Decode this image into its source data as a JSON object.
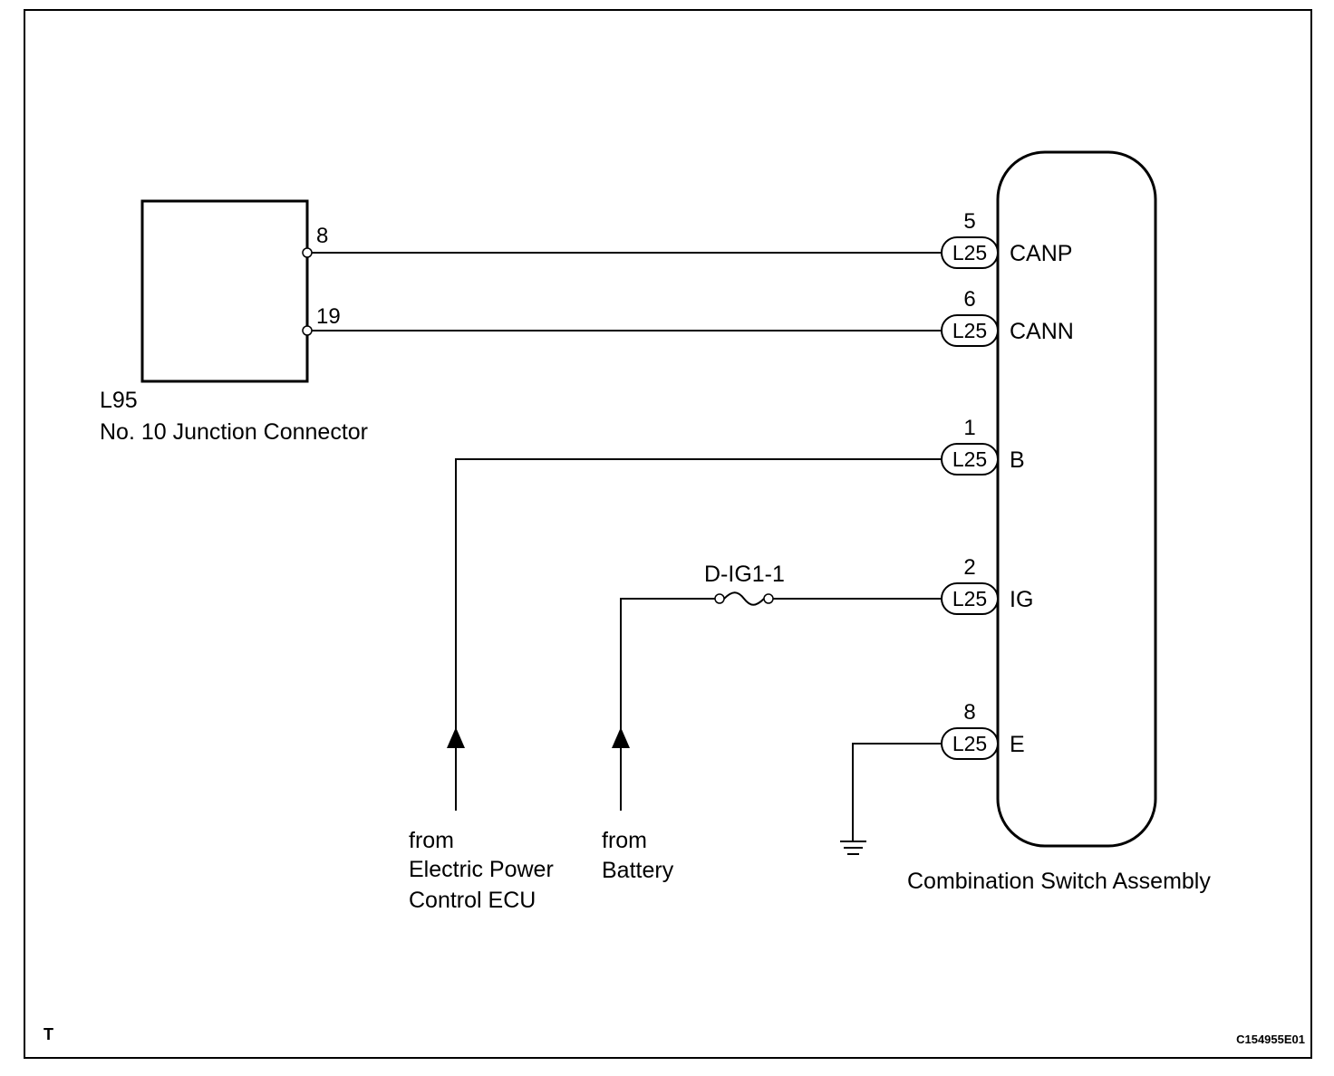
{
  "junction": {
    "code": "L95",
    "name": "No. 10 Junction Connector",
    "pins": [
      "8",
      "19"
    ]
  },
  "assembly": {
    "name": "Combination Switch Assembly",
    "connector": "L25",
    "terminals": [
      {
        "pin": "5",
        "signal": "CANP"
      },
      {
        "pin": "6",
        "signal": "CANN"
      },
      {
        "pin": "1",
        "signal": "B"
      },
      {
        "pin": "2",
        "signal": "IG"
      },
      {
        "pin": "8",
        "signal": "E"
      }
    ]
  },
  "fuse": {
    "label": "D-IG1-1"
  },
  "sources": {
    "epc": {
      "line1": "from",
      "line2": "Electric Power",
      "line3": "Control ECU"
    },
    "battery": {
      "line1": "from",
      "line2": "Battery"
    }
  },
  "footer": {
    "corner_mark": "T",
    "figure_code": "C154955E01"
  }
}
